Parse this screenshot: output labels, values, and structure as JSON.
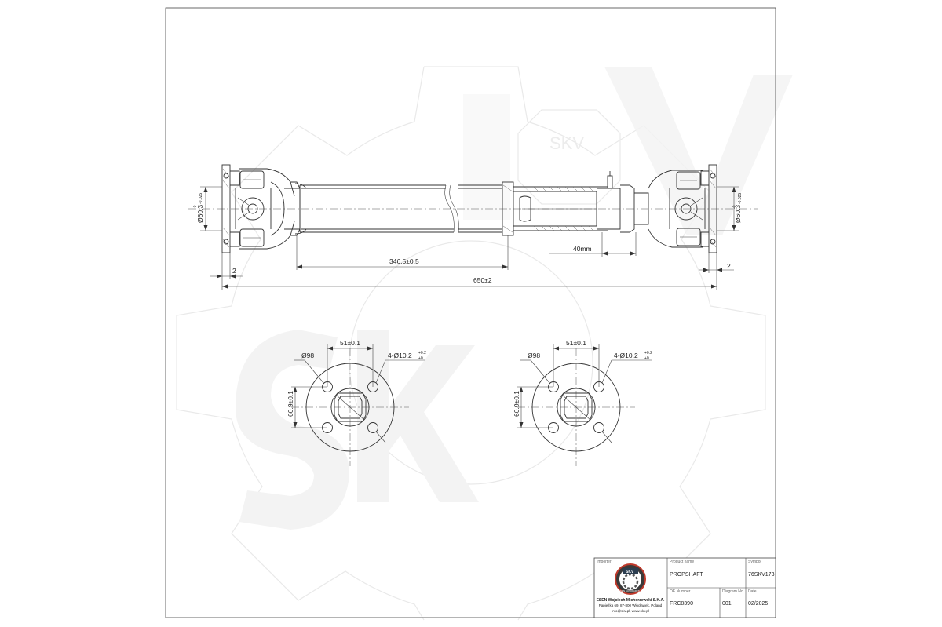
{
  "drawing": {
    "dimensions": {
      "left_flange_diameter": "Ø60.3",
      "left_flange_tol_upper": "-0",
      "left_flange_tol_lower": "-0.025",
      "right_flange_diameter": "Ø60.3",
      "right_flange_tol_upper": "-0",
      "right_flange_tol_lower": "-0.025",
      "left_offset": "2",
      "right_offset": "2",
      "center_length": "346.5±0.5",
      "slide_length": "40mm",
      "total_length": "650±2"
    },
    "flange_views": [
      {
        "outer_diameter": "Ø98",
        "bolt_spacing": "51±0.1",
        "holes": "4-Ø10.2",
        "holes_tol_upper": "+0.2",
        "holes_tol_lower": "+0",
        "vertical_spacing": "60.9±0.1"
      },
      {
        "outer_diameter": "Ø98",
        "bolt_spacing": "51±0.1",
        "holes": "4-Ø10.2",
        "holes_tol_upper": "+0.2",
        "holes_tol_lower": "+0",
        "vertical_spacing": "60.9±0.1"
      }
    ],
    "watermark_text": "SKV"
  },
  "title_block": {
    "importer_label": "Importer",
    "company_name": "ESEN Wojciech Michorzewski S.K.A.",
    "address": "Papieżka 69, 87-800 Włocławek, Poland",
    "contact": "info@skv.pl, www.skv.pl",
    "logo_text": "SKV",
    "logo_subtext": "ESEN AUTOPARTS",
    "product_name_label": "Product name",
    "product_name": "PROPSHAFT",
    "symbol_label": "Symbol",
    "symbol": "76SKV173",
    "oe_number_label": "OE Number",
    "oe_number": "FRC8390",
    "diagram_no_label": "Diagram No",
    "diagram_no": "001",
    "date_label": "Date",
    "date": "02/2025"
  }
}
